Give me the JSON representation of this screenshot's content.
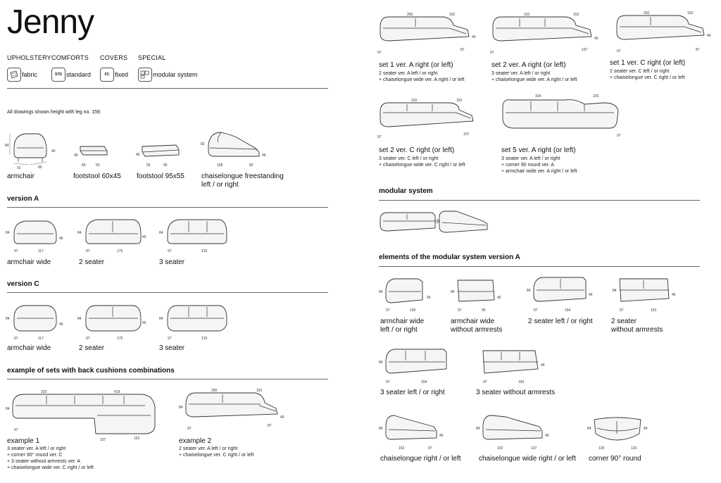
{
  "title": "Jenny",
  "headers": {
    "upholstery": "UPHOLSTERY",
    "comforts": "COMFORTS",
    "covers": "COVERS",
    "special": "SPECIAL"
  },
  "options": {
    "fabric": "fabric",
    "std_code": "STD",
    "standard": "standard",
    "fc_code": "FC",
    "fixed": "fixed",
    "modular": "modular system"
  },
  "note": "All drawings shown height with leg no. 159.",
  "row1": {
    "armchair": "armchair",
    "footstool1": "footstool 60x45",
    "footstool2": "footstool 95x55",
    "chaise": "chaiselongue freestanding\nleft / or right"
  },
  "versionA": {
    "heading": "version A",
    "items": [
      "armchair wide",
      "2 seater",
      "3 seater"
    ]
  },
  "versionC": {
    "heading": "version C",
    "items": [
      "armchair wide",
      "2 seater",
      "3 seater"
    ]
  },
  "sets_heading": "example of sets with back cushions combinations",
  "example1": {
    "label": "example 1",
    "lines": [
      "3 seater ver. A left / or right",
      "+ corner 90° round ver. C",
      "+ 3 seater without armrests ver. A",
      "+ chaiselongue wide ver. C right / or left"
    ]
  },
  "example2": {
    "label": "example 2",
    "lines": [
      "2 seater ver. A left / or right",
      "+ chaiselongue ver. C right / or left"
    ]
  },
  "sets": [
    {
      "label": "set 1 ver. A right (or left)",
      "lines": [
        "2 seater ver. A left / or right",
        "+ chaiselongue wide ver. A right / or left"
      ]
    },
    {
      "label": "set 2 ver. A right (or left)",
      "lines": [
        "3 seater ver. A left / or right",
        "+ chaiselongue wide ver. A right / or left"
      ]
    },
    {
      "label": "set 1 ver. C right (or left)",
      "lines": [
        "2 seater ver. C left / or right",
        "+ chaiselongue ver. C right / or left"
      ]
    },
    {
      "label": "set 2 ver. C right (or left)",
      "lines": [
        "3 seater ver. C left / or right",
        "+ chaiselongue wide ver. C right / or left"
      ]
    },
    {
      "label": "set 5 ver. A right (or left)",
      "lines": [
        "3 seater ver. A left / or right",
        "+ corner 90 round ver. A",
        "+ armchair wide ver. A right / or left"
      ]
    }
  ],
  "modular_heading": "modular system",
  "elements_heading": "elements of the modular system version A",
  "elements": [
    "armchair wide\nleft / or right",
    "armchair wide\nwithout armrests",
    "2 seater left / or right",
    "2 seater\nwithout armrests",
    "3 seater left / or right",
    "3 seater without armrests",
    "chaiselongue right / or left",
    "chaiselongue wide right / or left",
    "corner 90° round"
  ],
  "dims": {
    "arm_h": "84",
    "arm_w": "91",
    "arm_d": "80",
    "arm_s": "46",
    "fs1_a": "45",
    "fs1_b": "60",
    "fs2_a": "55",
    "fs2_b": "95",
    "fs_h": "46",
    "ch_h": "82",
    "ch_a": "158",
    "ch_b": "82",
    "ch_s": "46",
    "a_w1": "117",
    "a_w2": "175",
    "a_w3": "215",
    "depth": "97",
    "h": "84",
    "s": "46",
    "e1_a": "323",
    "e1_b": "419",
    "e1_c": "107",
    "e1_d": "152",
    "e2_a": "250",
    "e2_b": "152",
    "e2_c": "87",
    "s1_a": "250",
    "s1_b": "152",
    "s1_c": "87",
    "s2_a": "310",
    "s2_b": "152",
    "s2_c": "107",
    "s3_a": "250",
    "s3_b": "152",
    "s3_c": "87",
    "s4_a": "310",
    "s4_b": "152",
    "s4_c": "107",
    "s5_a": "324",
    "s5_b": "226",
    "el_1": "106",
    "el_2": "95",
    "el_3": "164",
    "el_4": "153",
    "el_5": "204",
    "el_6": "193",
    "el_7a": "152",
    "el_7b": "87",
    "el_8a": "152",
    "el_8b": "107",
    "el_9": "120"
  }
}
